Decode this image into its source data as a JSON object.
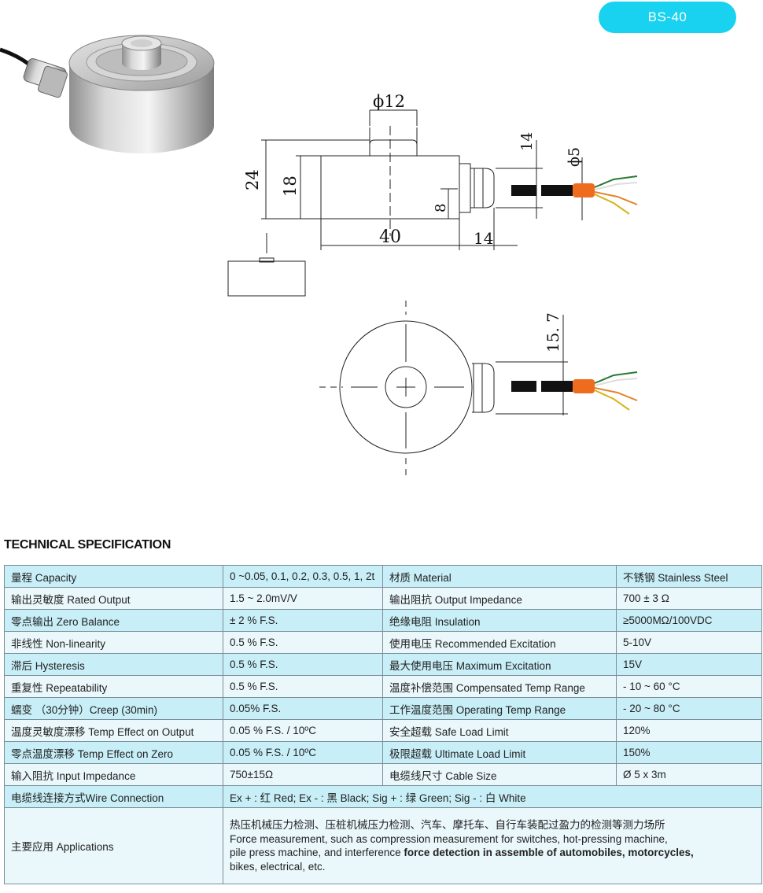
{
  "model": "BS-40",
  "drawing": {
    "dim_top_diameter": "ϕ12",
    "dim_height_total": "24",
    "dim_height_body": "18",
    "dim_cable_offset": "8",
    "dim_cable_top": "14",
    "dim_cable_diameter": "ϕ5",
    "dim_body_width": "40",
    "dim_gland_length": "14",
    "dim_plan_offset": "15. 7"
  },
  "section_title": "TECHNICAL SPECIFICATION",
  "spec_rows": [
    {
      "l_label": "量程 Capacity",
      "l_value": "0 ~0.05, 0.1, 0.2, 0.3, 0.5, 1, 2t",
      "r_label": "材质 Material",
      "r_value": "不锈钢 Stainless Steel"
    },
    {
      "l_label": "输出灵敏度 Rated Output",
      "l_value": "1.5 ~ 2.0mV/V",
      "r_label": "输出阻抗  Output Impedance",
      "r_value": "700 ± 3 Ω"
    },
    {
      "l_label": "零点输出  Zero Balance",
      "l_value": "± 2 % F.S.",
      "r_label": "绝缘电阻  Insulation",
      "r_value": "≥5000MΩ/100VDC"
    },
    {
      "l_label": "非线性 Non-linearity",
      "l_value": "0.5 % F.S.",
      "r_label": "使用电压 Recommended Excitation",
      "r_value": "5-10V"
    },
    {
      "l_label": "滞后 Hysteresis",
      "l_value": "0.5 % F.S.",
      "r_label": "最大使用电压 Maximum Excitation",
      "r_value": "15V"
    },
    {
      "l_label": "重复性 Repeatability",
      "l_value": "0.5 % F.S.",
      "r_label": "温度补偿范围 Compensated Temp Range",
      "r_value": "- 10 ~ 60 °C"
    },
    {
      "l_label": "蠕变 （30分钟）Creep (30min)",
      "l_value": "0.05% F.S.",
      "r_label": "工作温度范围 Operating Temp  Range",
      "r_value": "- 20 ~ 80 °C"
    },
    {
      "l_label": "温度灵敏度漂移 Temp Effect on Output",
      "l_value": "0.05 % F.S. / 10ºC",
      "r_label": "安全超载 Safe Load Limit",
      "r_value": "120%"
    },
    {
      "l_label": "零点温度漂移 Temp Effect on Zero",
      "l_value": "0.05 % F.S. / 10ºC",
      "r_label": "极限超载 Ultimate Load Limit",
      "r_value": "150%"
    },
    {
      "l_label": "输入阻抗 Input Impedance",
      "l_value": "750±15Ω",
      "r_label": "电缆线尺寸 Cable Size",
      "r_value": "Ø 5 x 3m"
    }
  ],
  "wire_row": {
    "label": "电缆线连接方式Wire Connection",
    "value": "Ex + : 红 Red;   Ex - : 黑 Black; Sig + : 绿 Green; Sig - : 白 White"
  },
  "apps_row": {
    "label": "主要应用 Applications",
    "line1": "热压机械压力检测、压桩机械压力检测、汽车、摩托车、自行车装配过盈力的检测等测力场所",
    "line2": "Force measurement, such as compression measurement for switches, hot-pressing machine,",
    "line3a": "pile press machine, and interference ",
    "line3b": "force detection in assemble of automobiles, motorcycles,",
    "line4": "bikes, electrical, etc."
  }
}
